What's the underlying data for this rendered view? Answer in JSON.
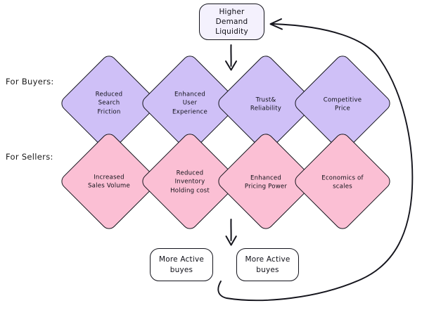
{
  "diagram": {
    "title_node": {
      "label": "Higher Demand\nLiquidity"
    },
    "row_labels": {
      "buyers": "For Buyers:",
      "sellers": "For Sellers:"
    },
    "buyer_nodes": [
      {
        "label": "Reduced\nSearch\nFriction"
      },
      {
        "label": "Enhanced\nUser\nExperience"
      },
      {
        "label": "Trust&\nReliability"
      },
      {
        "label": "Competitive\nPrice"
      }
    ],
    "seller_nodes": [
      {
        "label": "Increased\nSales Volume"
      },
      {
        "label": "Reduced\nInventory\nHolding cost"
      },
      {
        "label": "Enhanced\nPricing Power"
      },
      {
        "label": "Economics of\nscales"
      }
    ],
    "outcome_nodes": [
      {
        "label": "More Active buyes"
      },
      {
        "label": "More Active buyes"
      }
    ],
    "colors": {
      "buyer_fill": "#cfc0f7",
      "seller_fill": "#fbbfd4",
      "top_fill": "#f4f1fd",
      "outcome_fill": "#ffffff",
      "stroke": "#14141c",
      "background": "#ffffff",
      "text": "#101018"
    },
    "connectors": [
      {
        "name": "top-to-buyers",
        "type": "straight-arrow",
        "direction": "down"
      },
      {
        "name": "sellers-to-outcomes",
        "type": "straight-arrow",
        "direction": "down"
      },
      {
        "name": "feedback-loop",
        "type": "curved-arrow",
        "direction": "left"
      }
    ]
  }
}
